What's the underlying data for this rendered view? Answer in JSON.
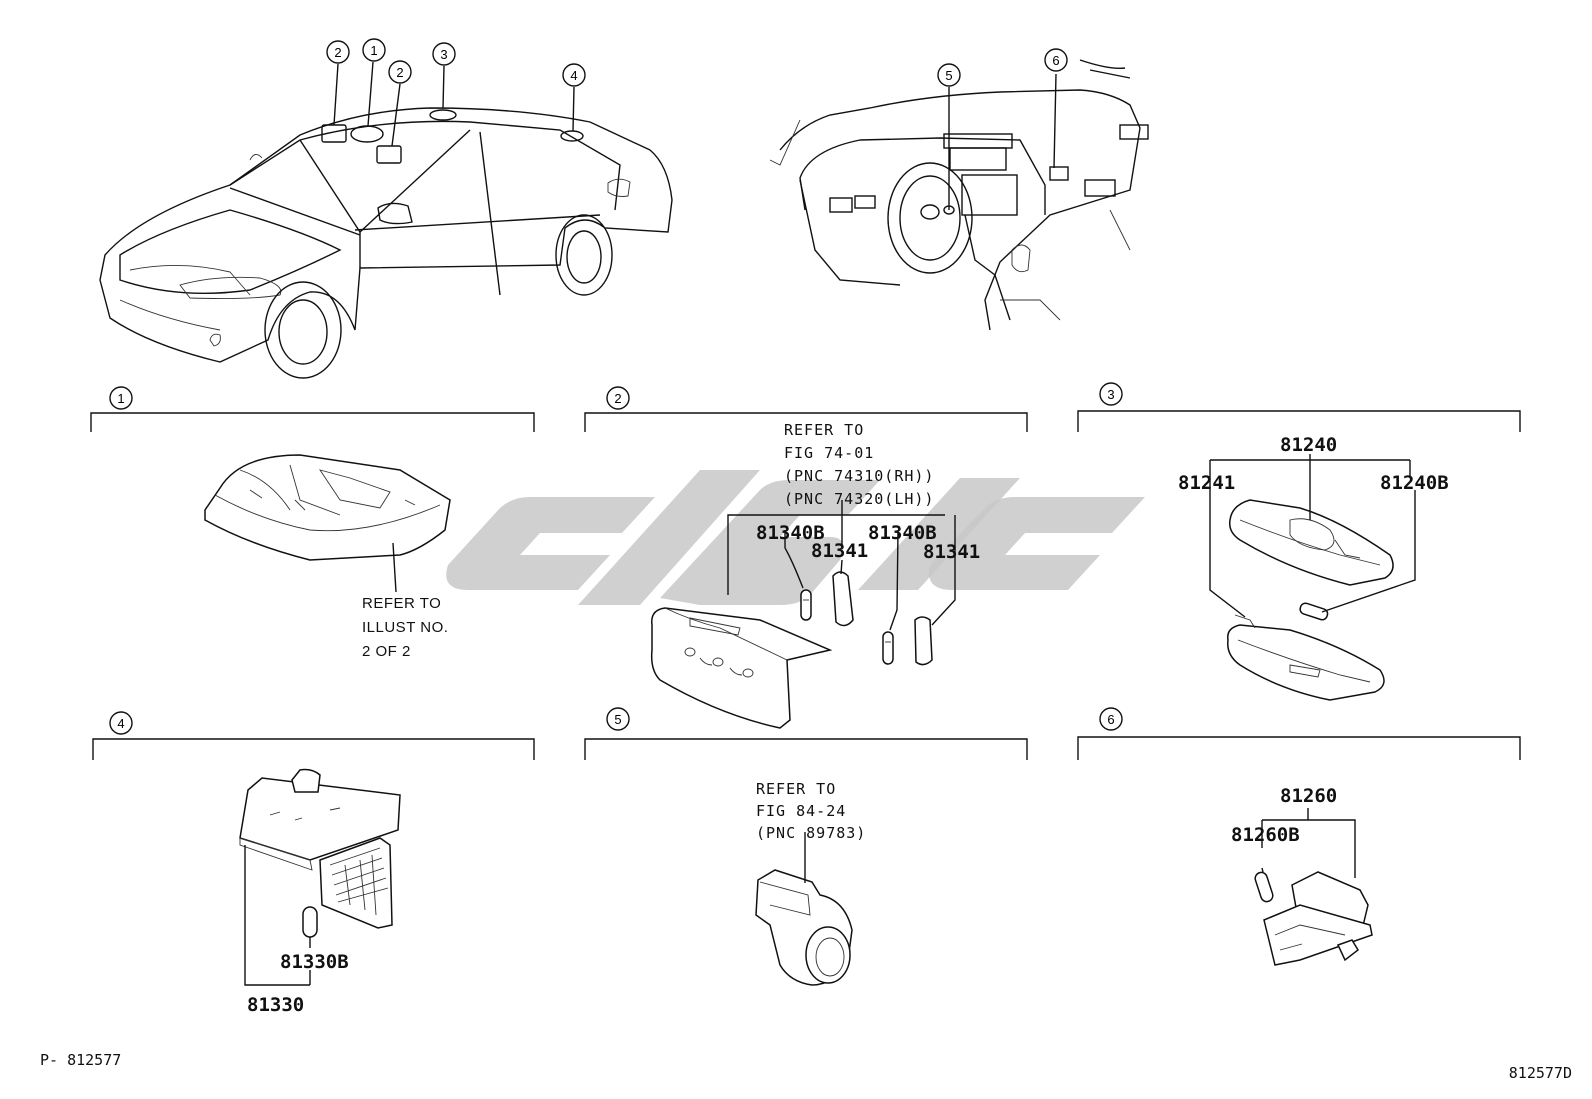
{
  "diagram": {
    "callouts": [
      "1",
      "2",
      "3",
      "4",
      "5",
      "6"
    ],
    "sections": [
      {
        "num": "1",
        "note": [
          "REFER TO",
          "ILLUST NO.",
          "2 OF 2"
        ]
      },
      {
        "num": "2",
        "note": [
          "REFER TO",
          "FIG 74-01",
          "(PNC 74310(RH))",
          "(PNC 74320(LH))"
        ],
        "parts": [
          "81340B",
          "81341",
          "81340B",
          "81341"
        ]
      },
      {
        "num": "3",
        "parts": [
          "81240",
          "81241",
          "81240B"
        ]
      },
      {
        "num": "4",
        "parts": [
          "81330B",
          "81330"
        ]
      },
      {
        "num": "5",
        "note": [
          "REFER TO",
          "FIG 84-24",
          "(PNC 89783)"
        ]
      },
      {
        "num": "6",
        "parts": [
          "81260",
          "81260B"
        ]
      }
    ],
    "footer_left": "P- 812577",
    "footer_right": "812577D"
  },
  "colors": {
    "line": "#111111",
    "watermark": "#c8c8c8",
    "background": "#ffffff"
  }
}
